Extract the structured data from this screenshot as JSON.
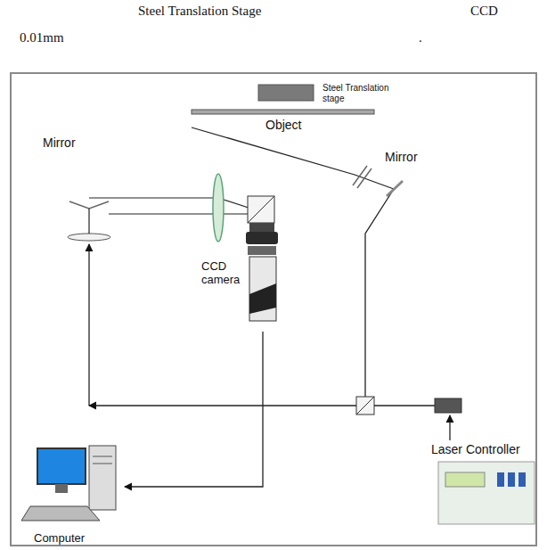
{
  "diagram": {
    "nodes": [
      {
        "text": [
          "Steel Translation stage"
        ]
      },
      {
        "text": [
          "Object"
        ]
      },
      {
        "text": [
          "Mirror"
        ]
      },
      {
        "text": [
          "CCD camera"
        ]
      },
      {
        "text": [
          "Mirror"
        ]
      },
      {
        "text": [
          "Laser Controller"
        ]
      },
      {
        "text": [
          "Computer"
        ]
      }
    ],
    "edges": [
      {
        "from": 3,
        "to": 6,
        "arrow": "to"
      }
    ],
    "labels": [
      "Steel Translation Stage",
      "CCD",
      "0.01mm",
      "."
    ]
  }
}
